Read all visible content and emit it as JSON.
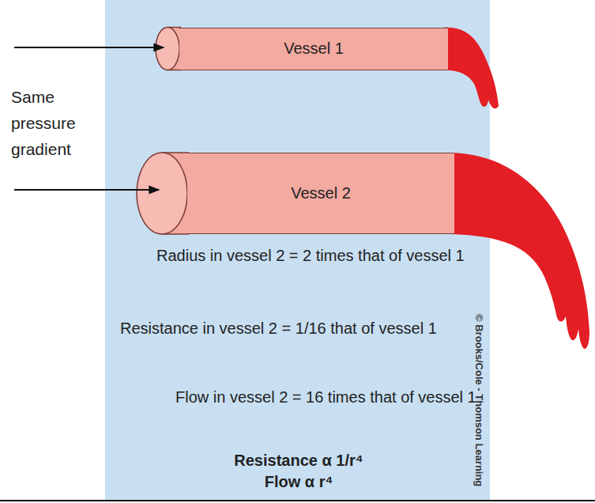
{
  "diagram": {
    "nodes": [
      {
        "text": [
          "Vessel 1"
        ]
      },
      {
        "text": [
          "Vessel 2"
        ]
      }
    ],
    "labels": [
      "Same pressure gradient",
      "Radius in vessel 2 = 2 times that of vessel 1",
      "Resistance in vessel 2 = 1/16 that of vessel 1",
      "Flow in vessel 2 = 16 times that of vessel 1",
      "Resistance α 1/r⁴",
      "Flow α r⁴",
      "© Brooks/Cole - Thomson Learning"
    ]
  }
}
